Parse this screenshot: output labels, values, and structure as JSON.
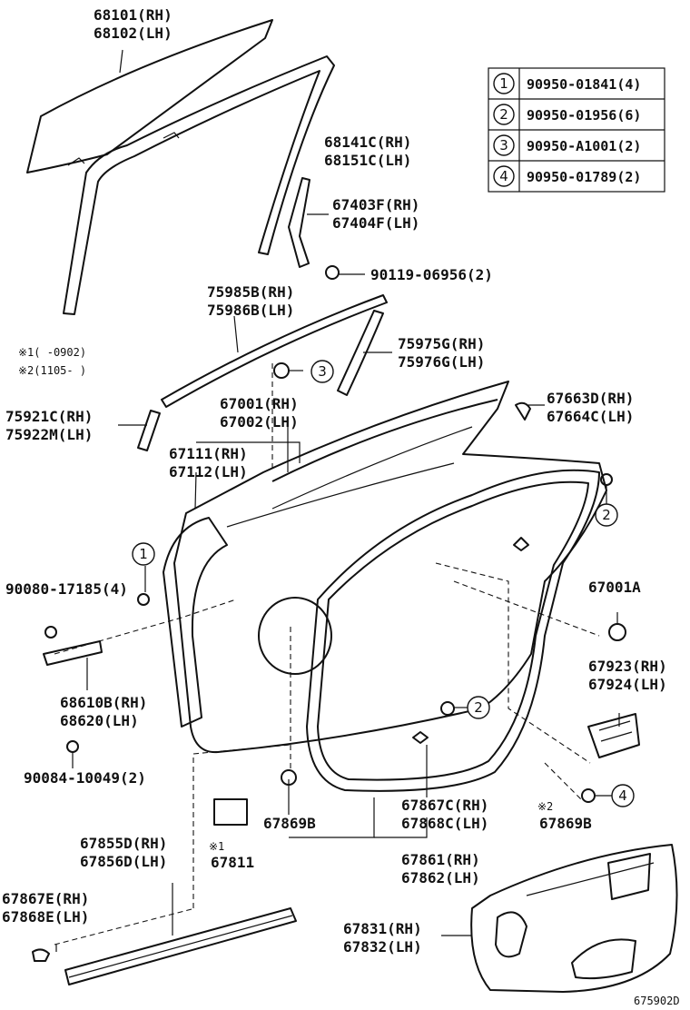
{
  "labels": {
    "glass_rh": "68101(RH)",
    "glass_lh": "68102(LH)",
    "run_rh": "68141C(RH)",
    "run_lh": "68151C(LH)",
    "sash_rh": "67403F(RH)",
    "sash_lh": "67404F(LH)",
    "bolt": "90119-06956(2)",
    "belt_rh": "75985B(RH)",
    "belt_lh": "75986B(LH)",
    "note1": "※1(    -0902)",
    "note2": "※2(1105-    )",
    "mold_g_rh": "75975G(RH)",
    "mold_g_lh": "75976G(LH)",
    "mold_c_rh": "75921C(RH)",
    "mold_c_lh": "75922M(LH)",
    "panel_rh": "67001(RH)",
    "panel_lh": "67002(LH)",
    "frame_rh": "67111(RH)",
    "frame_lh": "67112(LH)",
    "clip_d_rh": "67663D(RH)",
    "clip_c_lh": "67664C(LH)",
    "nut_left": "90080-17185(4)",
    "part_67001a": "67001A",
    "bracket_rh": "67923(RH)",
    "bracket_lh": "67924(LH)",
    "check_rh": "68610B(RH)",
    "check_lh": "68620(LH)",
    "bolt_low": "90084-10049(2)",
    "weather_c_rh": "67867C(RH)",
    "weather_c_lh": "67868C(LH)",
    "note2_mark": "※2",
    "clip_b_left": "67869B",
    "clip_b_right": "67869B",
    "sill_rh": "67855D(RH)",
    "sill_lh": "67856D(LH)",
    "note1_mark": "※1",
    "seal_67811": "67811",
    "weather_e_rh": "67867E(RH)",
    "weather_e_lh": "67868E(LH)",
    "strip_rh": "67861(RH)",
    "strip_lh": "67862(LH)",
    "trim_rh": "67831(RH)",
    "trim_lh": "67832(LH)",
    "diagram_id": "675902D"
  },
  "callouts": [
    "1",
    "2",
    "3",
    "4"
  ],
  "legend": [
    {
      "num": "1",
      "part": "90950-01841(4)"
    },
    {
      "num": "2",
      "part": "90950-01956(6)"
    },
    {
      "num": "3",
      "part": "90950-A1001(2)"
    },
    {
      "num": "4",
      "part": "90950-01789(2)"
    }
  ]
}
